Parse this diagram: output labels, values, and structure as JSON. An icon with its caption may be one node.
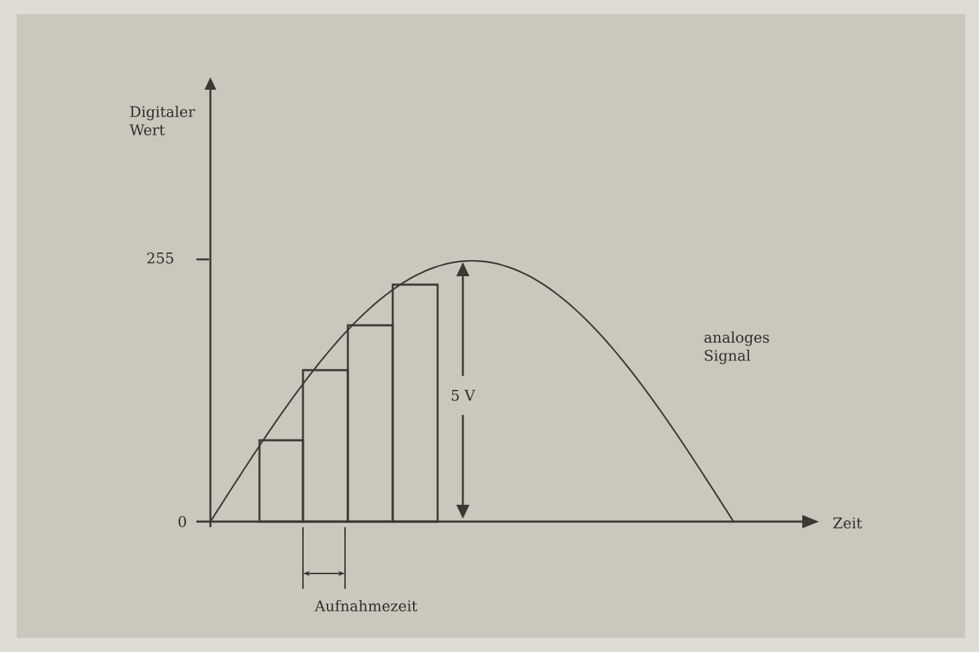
{
  "diagram": {
    "labels": [
      "Digitaler Wert",
      "255",
      "5 V",
      "analoges Signal",
      "0",
      "Zeit",
      "Aufnahmezeit"
    ]
  }
}
